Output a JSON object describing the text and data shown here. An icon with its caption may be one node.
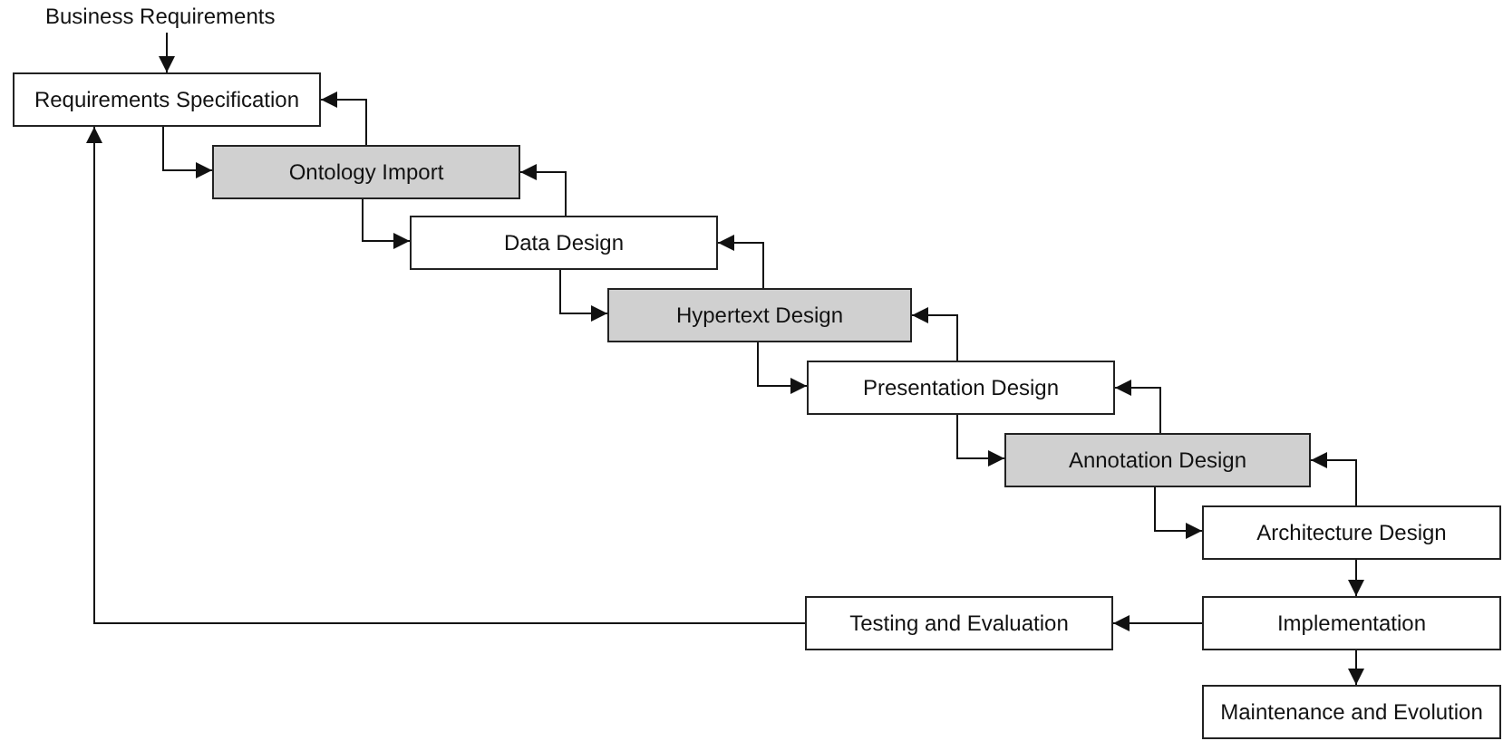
{
  "diagram": {
    "nodes": [
      {
        "text": [
          "Business Requirements"
        ]
      },
      {
        "text": [
          "Requirements Specification"
        ]
      },
      {
        "text": [
          "Ontology Import"
        ]
      },
      {
        "text": [
          "Data Design"
        ]
      },
      {
        "text": [
          "Hypertext Design"
        ]
      },
      {
        "text": [
          "Presentation Design"
        ]
      },
      {
        "text": [
          "Annotation Design"
        ]
      },
      {
        "text": [
          "Architecture Design"
        ]
      },
      {
        "text": [
          "Implementation"
        ]
      },
      {
        "text": [
          "Maintenance and Evolution"
        ]
      },
      {
        "text": [
          "Testing and Evaluation"
        ]
      }
    ],
    "edges": [
      {
        "from": 0,
        "to": 1,
        "arrow": "to"
      },
      {
        "from": 1,
        "to": 2,
        "arrow": "to"
      },
      {
        "from": 2,
        "to": 1,
        "arrow": "to"
      },
      {
        "from": 2,
        "to": 3,
        "arrow": "to"
      },
      {
        "from": 3,
        "to": 2,
        "arrow": "to"
      },
      {
        "from": 3,
        "to": 4,
        "arrow": "to"
      },
      {
        "from": 4,
        "to": 3,
        "arrow": "to"
      },
      {
        "from": 4,
        "to": 5,
        "arrow": "to"
      },
      {
        "from": 5,
        "to": 4,
        "arrow": "to"
      },
      {
        "from": 5,
        "to": 6,
        "arrow": "to"
      },
      {
        "from": 6,
        "to": 5,
        "arrow": "to"
      },
      {
        "from": 6,
        "to": 7,
        "arrow": "to"
      },
      {
        "from": 7,
        "to": 6,
        "arrow": "to"
      },
      {
        "from": 7,
        "to": 8,
        "arrow": "to"
      },
      {
        "from": 8,
        "to": 9,
        "arrow": "to"
      },
      {
        "from": 8,
        "to": 10,
        "arrow": "to"
      },
      {
        "from": 10,
        "to": 1,
        "arrow": "to"
      }
    ]
  }
}
